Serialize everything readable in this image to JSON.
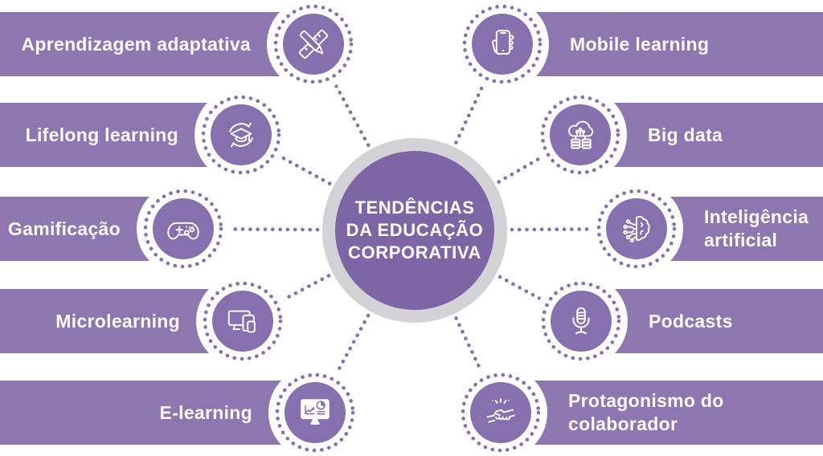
{
  "title": {
    "lines": [
      "TENDÊNCIAS",
      "DA EDUCAÇÃO",
      "CORPORATIVA"
    ]
  },
  "items": [
    {
      "label": "Aprendizagem adaptativa",
      "side": "left",
      "icon": "pencil-ruler-icon"
    },
    {
      "label": "Lifelong learning",
      "side": "left",
      "icon": "graduation-cap-cycle-icon"
    },
    {
      "label": "Gamificação",
      "side": "left",
      "icon": "game-controller-icon"
    },
    {
      "label": "Microlearning",
      "side": "left",
      "icon": "multi-device-icon"
    },
    {
      "label": "E-learning",
      "side": "left",
      "icon": "monitor-charts-icon"
    },
    {
      "label": "Mobile learning",
      "side": "right",
      "icon": "hand-phone-icon"
    },
    {
      "label": "Big data",
      "side": "right",
      "icon": "cloud-database-icon"
    },
    {
      "label": "Inteligência artificial",
      "side": "right",
      "icon": "brain-circuit-icon"
    },
    {
      "label": "Podcasts",
      "side": "right",
      "icon": "microphone-icon"
    },
    {
      "label": "Protagonismo do colaborador",
      "side": "right",
      "icon": "handshake-icon"
    }
  ],
  "colors": {
    "background": "#ffffff",
    "band_purple": "#8e77b1",
    "badge_purple": "#8670ae",
    "hub_purple": "#7e66a6",
    "hub_ring_gray": "#d3d2d6",
    "dot_purple": "#8670ae",
    "text_white": "#fbfafd"
  }
}
